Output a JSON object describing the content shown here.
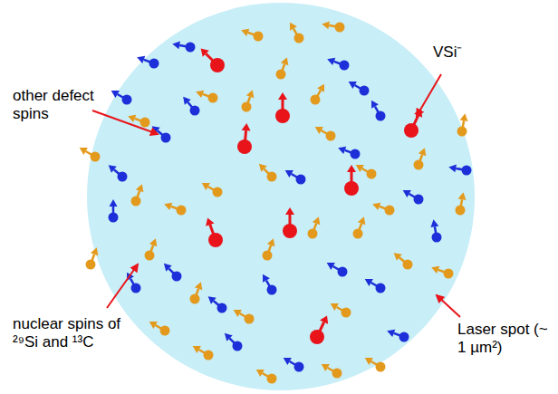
{
  "diagram": {
    "labels": [
      "other defect spins",
      "VSi⁻",
      "nuclear spins of ²⁹Si and ¹³C",
      "Laser spot (~ 1 µm²)"
    ]
  }
}
